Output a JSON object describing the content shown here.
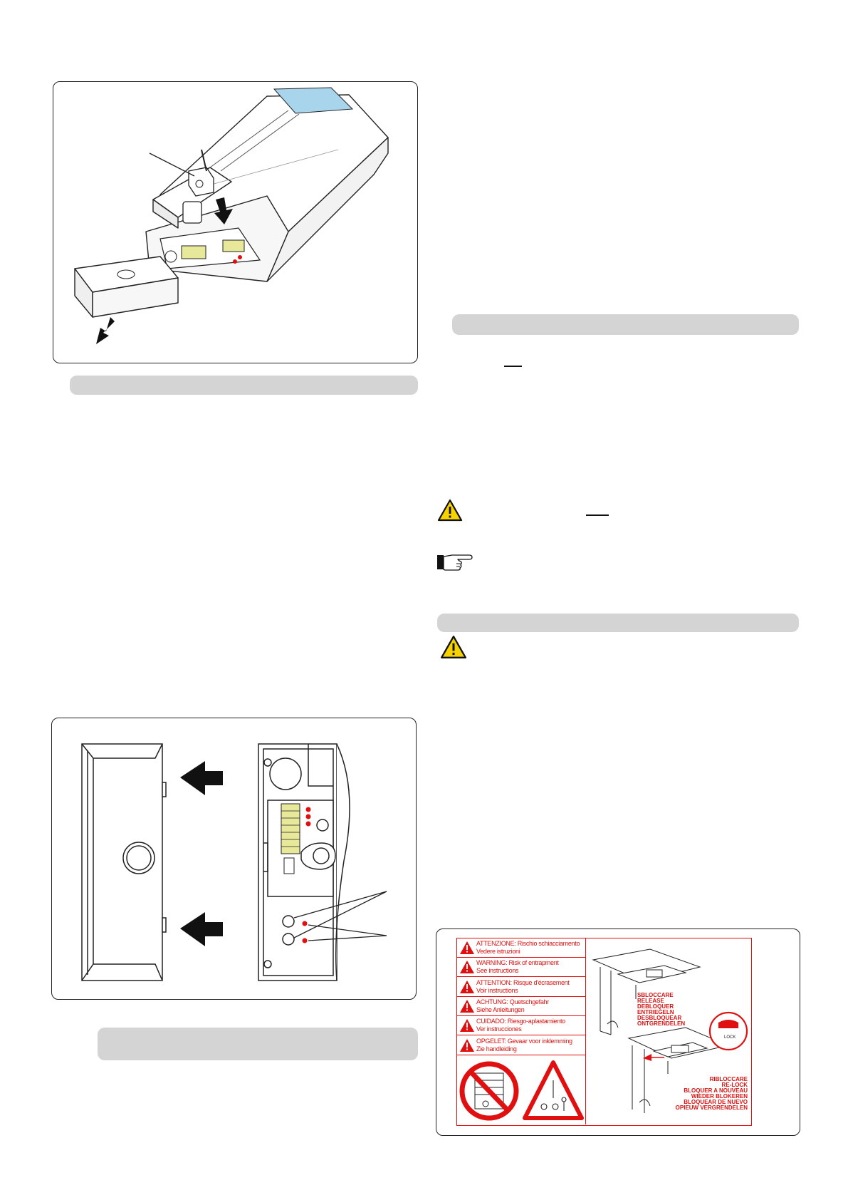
{
  "warning_label": {
    "rows": [
      {
        "line1": "ATTENZIONE: Rischio schiacciamento",
        "line2": "Vedere istruzioni"
      },
      {
        "line1": "WARNING: Risk of entrapment",
        "line2": "See    instructions"
      },
      {
        "line1": "ATTENTION: Risque d'écrasement",
        "line2": "Voir instructions"
      },
      {
        "line1": "ACHTUNG: Quetschgefahr",
        "line2": "Siehe      Anleitungen"
      },
      {
        "line1": "CUIDADO: Riesgo-aplastamiento",
        "line2": "Ver instrucciones"
      },
      {
        "line1": "OPGELET: Gevaar voor inklemming",
        "line2": "Zie handleiding"
      }
    ],
    "release_lines": [
      "SBLOCCARE",
      "RELEASE",
      "DEBLOQUER",
      "ENTRIEGELN",
      "DESBLOQUEAR",
      "ONTGRENDELEN"
    ],
    "relock_lines": [
      "RIBLOCCARE",
      "RE-LOCK",
      "BLOQUER A NOUVEAU",
      "WIEDER BLOKEREN",
      "BLOQUEAR DE NUEVO",
      "OPIEUW VERGRENDELEN"
    ],
    "lock_text": "LOCK"
  },
  "colors": {
    "accent_red": "#e01010",
    "bar_gray": "#d4d4d4",
    "highlight_yellow": "#e8e89a",
    "highlight_blue": "#a8d4ec",
    "warning_yellow": "#f5d200"
  }
}
